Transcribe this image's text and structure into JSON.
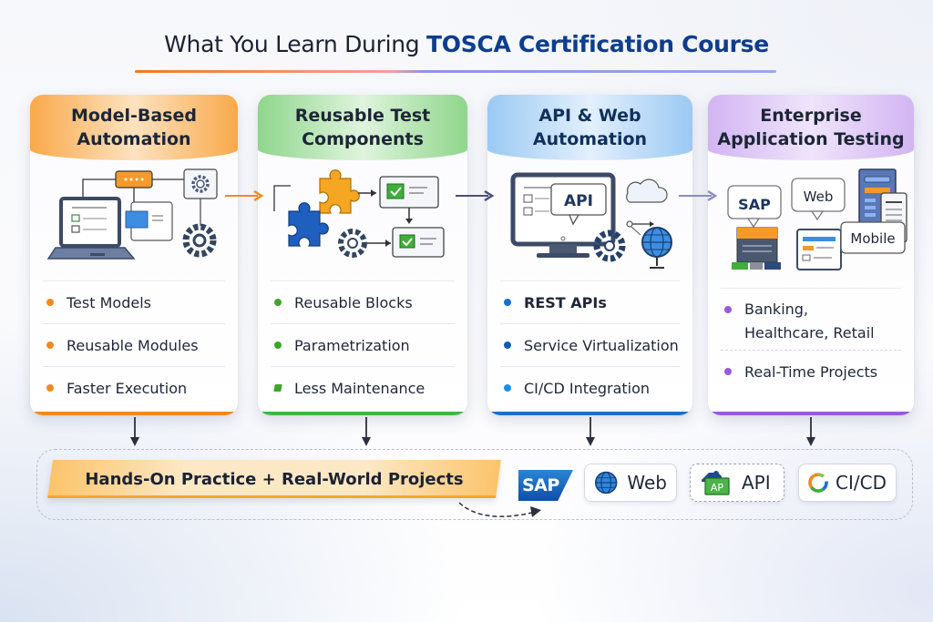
{
  "header": {
    "title_prefix": "What You Learn During ",
    "title_highlight": "TOSCA Certification Course"
  },
  "cards": [
    {
      "title_line1": "Model-Based",
      "title_line2": "Automation",
      "illustration": "laptop-flow-gears-icon",
      "accent": "#f08a1e",
      "items": [
        "Test Models",
        "Reusable Modules",
        "Faster Execution"
      ]
    },
    {
      "title_line1": "Reusable Test",
      "title_line2": "Components",
      "illustration": "puzzle-checklist-gear-icon",
      "accent": "#3fb54a",
      "items": [
        "Reusable Blocks",
        "Parametrization",
        "Less Maintenance"
      ]
    },
    {
      "title_line1": "API & Web",
      "title_line2": "Automation",
      "illustration": "monitor-api-cloud-globe-icon",
      "illustration_label": "API",
      "accent": "#1f6fc9",
      "items": [
        "REST APIs",
        "Service Virtualization",
        "CI/CD Integration"
      ]
    },
    {
      "title_line1": "Enterprise",
      "title_line2": "Application Testing",
      "illustration": "sap-web-mobile-devices-icon",
      "illustration_labels": {
        "sap": "SAP",
        "web": "Web",
        "mobile": "Mobile"
      },
      "accent": "#9a59dc",
      "items": [
        "Banking,",
        "Healthcare, Retail",
        "Real-Time Projects"
      ]
    }
  ],
  "bottom": {
    "banner": "Hands-On Practice + Real-World Projects",
    "chips": [
      {
        "label": "SAP",
        "icon": "sap-logo-icon"
      },
      {
        "label": "Web",
        "icon": "globe-icon"
      },
      {
        "label": "API",
        "icon": "api-badge-icon",
        "badge": "AP"
      },
      {
        "label": "CI/CD",
        "icon": "cicd-ring-icon"
      }
    ]
  },
  "colors": {
    "title_highlight": "#0e3d8f",
    "orange": "#f08a1e",
    "green": "#3fb54a",
    "blue": "#1f6fc9",
    "purple": "#9a59dc"
  }
}
